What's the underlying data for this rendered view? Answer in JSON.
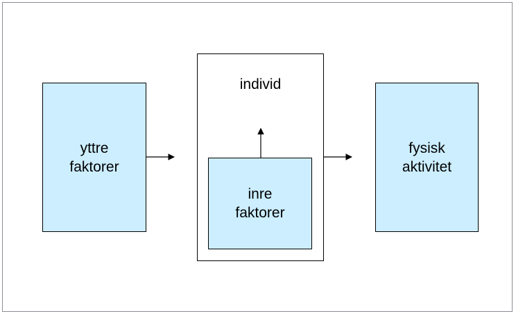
{
  "diagram": {
    "nodes": {
      "outer_factors": "yttre\nfaktorer",
      "individual": "individ",
      "inner_factors": "inre\nfaktorer",
      "physical_activity": "fysisk\naktivitet"
    },
    "edges": [
      {
        "from": "outer_factors",
        "to": "individual"
      },
      {
        "from": "inner_factors",
        "to": "individual"
      },
      {
        "from": "individual",
        "to": "physical_activity"
      }
    ],
    "colors": {
      "box_fill": "#cceeff",
      "individual_fill": "#ffffff",
      "border": "#000000",
      "frame_border": "#8c8c96"
    }
  }
}
